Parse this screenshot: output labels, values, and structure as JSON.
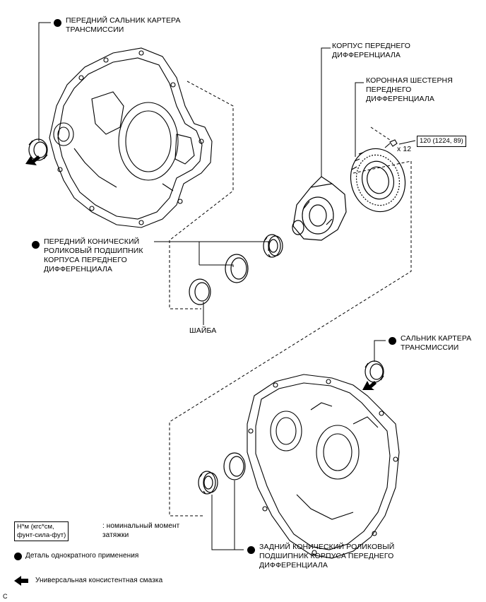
{
  "labels": {
    "front_oil_seal": [
      "ПЕРЕДНИЙ САЛЬНИК КАРТЕРА",
      "ТРАНСМИССИИ"
    ],
    "diff_case": [
      "КОРПУС ПЕРЕДНЕГО",
      "ДИФФЕРЕНЦИАЛА"
    ],
    "ring_gear": [
      "КОРОННАЯ ШЕСТЕРНЯ",
      "ПЕРЕДНЕГО",
      "ДИФФЕРЕНЦИАЛА"
    ],
    "torque_value": "120 (1224, 89)",
    "bolt_count": "x 12",
    "front_bearing": [
      "ПЕРЕДНИЙ КОНИЧЕСКИЙ",
      "РОЛИКОВЫЙ ПОДШИПНИК",
      "КОРПУСА ПЕРЕДНЕГО",
      "ДИФФЕРЕНЦИАЛА"
    ],
    "washer": "ШАЙБА",
    "case_oil_seal": [
      "САЛЬНИК КАРТЕРА",
      "ТРАНСМИССИИ"
    ],
    "rear_bearing": [
      "ЗАДНИЙ КОНИЧЕСКИЙ РОЛИКОВЫЙ",
      "ПОДШИПНИК КОРПУСА ПЕРЕДНЕГО",
      "ДИФФЕРЕНЦИАЛА"
    ]
  },
  "legend": {
    "torque_unit": [
      "Н*м (кгс*см,",
      "фунт-сила-фут)"
    ],
    "torque_desc": [
      ": номинальный момент",
      "затяжки"
    ],
    "non_reusable": "Деталь однократного применения",
    "grease": "Универсальная консистентная смазка"
  },
  "figure_code": "C"
}
